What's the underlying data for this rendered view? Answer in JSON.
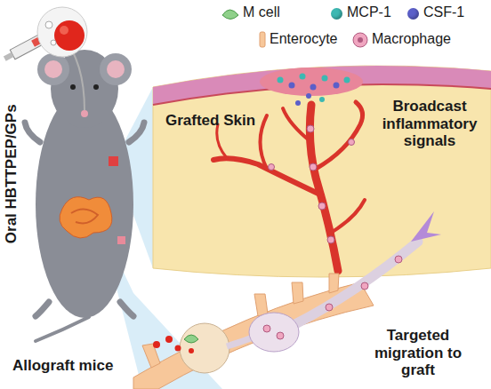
{
  "diagram": {
    "labels": [
      "Grafted Skin",
      "Broadcast inflammatory signals",
      "Targeted migration to graft",
      "Oral HBTTPEP/GPs",
      "Allograft mice"
    ],
    "legend": [
      {
        "text": "M cell"
      },
      {
        "text": "MCP-1",
        "color": "#3cb8b2"
      },
      {
        "text": "CSF-1",
        "color": "#5b5fc9"
      },
      {
        "text": "Enterocyte"
      },
      {
        "text": "Macrophage"
      }
    ]
  }
}
